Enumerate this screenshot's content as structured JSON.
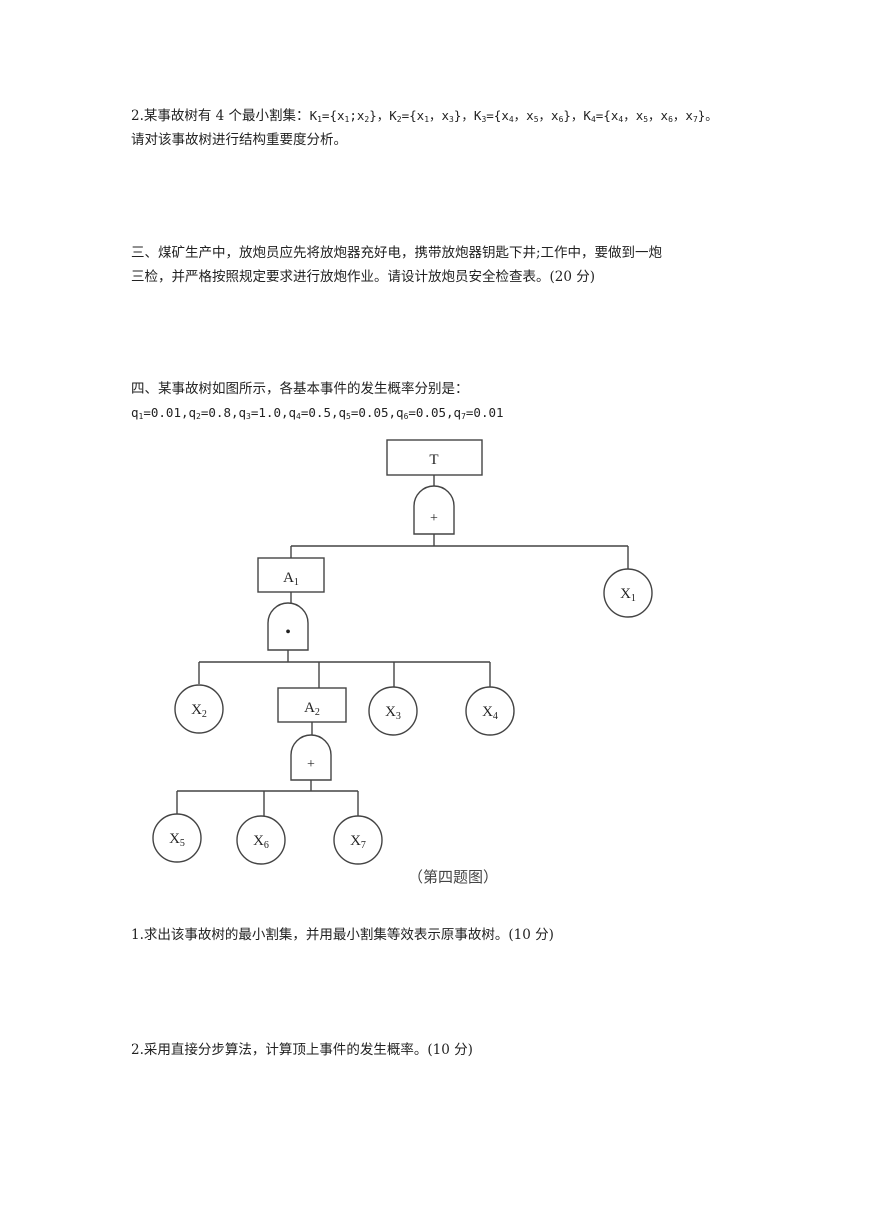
{
  "q2": {
    "line1_prefix": "2.某事故树有 4 个最小割集：",
    "sets": [
      {
        "name": "K",
        "idx": "1",
        "body": "={x",
        "els": [
          [
            "1",
            ";x"
          ],
          [
            "2",
            "}，"
          ]
        ]
      },
      {
        "name": "K",
        "idx": "2",
        "body": "={x",
        "els": [
          [
            "1",
            "，x"
          ],
          [
            "3",
            "}，"
          ]
        ]
      },
      {
        "name": "K",
        "idx": "3",
        "body": "={x",
        "els": [
          [
            "4",
            "，x"
          ],
          [
            "5",
            "，x"
          ],
          [
            "6",
            "}，"
          ]
        ]
      },
      {
        "name": "K",
        "idx": "4",
        "body": "={x",
        "els": [
          [
            "4",
            "，x"
          ],
          [
            "5",
            "，x"
          ],
          [
            "6",
            "，x"
          ],
          [
            "7",
            "}。"
          ]
        ]
      }
    ],
    "line2": "请对该事故树进行结构重要度分析。"
  },
  "section3": {
    "line1": "三、煤矿生产中，放炮员应先将放炮器充好电，携带放炮器钥匙下井;工作中，要做到一炮",
    "line2": "三检，并严格按照规定要求进行放炮作业。请设计放炮员安全检查表。(20 分)"
  },
  "section4": {
    "line1": "四、某事故树如图所示，各基本事件的发生概率分别是：",
    "probs": [
      {
        "sym": "q",
        "idx": "1",
        "val": "=0.01,"
      },
      {
        "sym": "q",
        "idx": "2",
        "val": "=0.8,"
      },
      {
        "sym": "q",
        "idx": "3",
        "val": "=1.0,"
      },
      {
        "sym": "q",
        "idx": "4",
        "val": "=0.5,"
      },
      {
        "sym": "q",
        "idx": "5",
        "val": "=0.05,"
      },
      {
        "sym": "q",
        "idx": "6",
        "val": "=0.05,"
      },
      {
        "sym": "q",
        "idx": "7",
        "val": "=0.01"
      }
    ]
  },
  "tree": {
    "top": "T",
    "gate_or": "+",
    "gate_and": "•",
    "A1": {
      "base": "A",
      "sub": "1"
    },
    "A2": {
      "base": "A",
      "sub": "2"
    },
    "X1": {
      "base": "X",
      "sub": "1"
    },
    "X2": {
      "base": "X",
      "sub": "2"
    },
    "X3": {
      "base": "X",
      "sub": "3"
    },
    "X4": {
      "base": "X",
      "sub": "4"
    },
    "X5": {
      "base": "X",
      "sub": "5"
    },
    "X6": {
      "base": "X",
      "sub": "6"
    },
    "X7": {
      "base": "X",
      "sub": "7"
    },
    "caption": "（第四题图）"
  },
  "questions": {
    "q1": "1.求出该事故树的最小割集，并用最小割集等效表示原事故树。(10 分)",
    "q2": "2.采用直接分步算法，计算顶上事件的发生概率。(10 分)"
  }
}
